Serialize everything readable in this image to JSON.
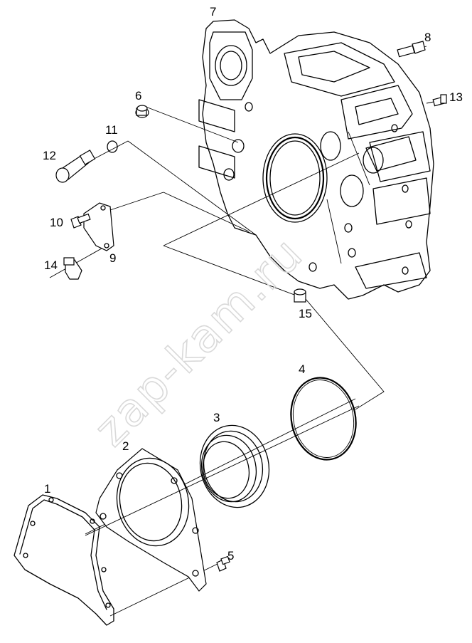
{
  "watermark": "zap-kam.ru",
  "callouts": {
    "p1": "1",
    "p2": "2",
    "p3": "3",
    "p4": "4",
    "p5": "5",
    "p6": "6",
    "p7": "7",
    "p8": "8",
    "p9": "9",
    "p10": "10",
    "p11": "11",
    "p12": "12",
    "p13": "13",
    "p14": "14",
    "p15": "15"
  }
}
